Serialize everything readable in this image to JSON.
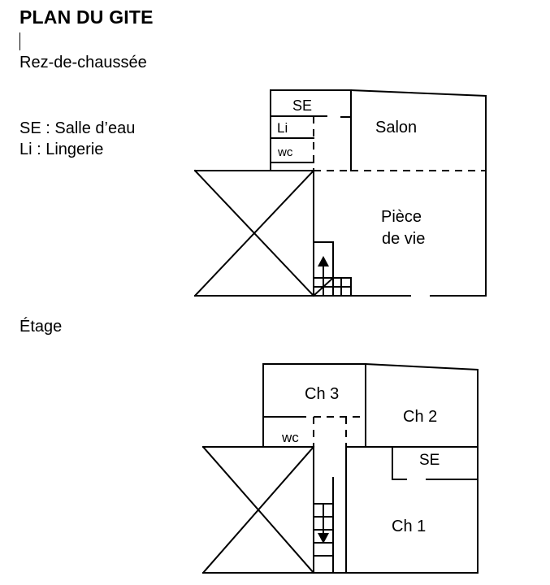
{
  "document": {
    "title": "PLAN DU GITE",
    "ground_floor_heading": "Rez-de-chaussée",
    "legend": [
      "SE : Salle d’eau",
      "Li : Lingerie"
    ],
    "upper_floor_heading": "Étage"
  },
  "ground_floor": {
    "rooms": {
      "se": "SE",
      "li": "Li",
      "wc": "wc",
      "salon": "Salon",
      "piece_vie_line1": "Pièce",
      "piece_vie_line2": "de vie"
    }
  },
  "upper_floor": {
    "rooms": {
      "ch3": "Ch 3",
      "ch2": "Ch 2",
      "wc": "wc",
      "se": "SE",
      "ch1": "Ch 1"
    }
  }
}
